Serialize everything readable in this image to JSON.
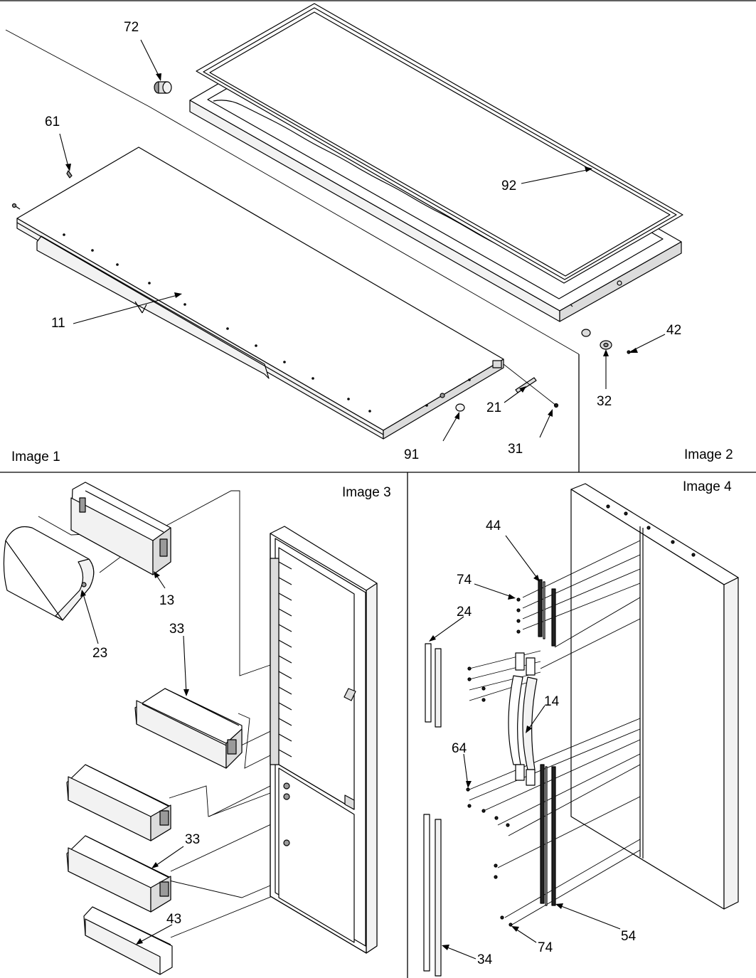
{
  "panels": {
    "image1": "Image 1",
    "image2": "Image 2",
    "image3": "Image 3",
    "image4": "Image 4"
  },
  "callouts": {
    "p72": "72",
    "p61": "61",
    "p11": "11",
    "p92": "92",
    "p42": "42",
    "p32": "32",
    "p21": "21",
    "p31": "31",
    "p91": "91",
    "p13": "13",
    "p23": "23",
    "p33a": "33",
    "p33b": "33",
    "p43": "43",
    "p44": "44",
    "p74a": "74",
    "p24": "24",
    "p14": "14",
    "p64": "64",
    "p74b": "74",
    "p54": "54",
    "p34": "34"
  }
}
